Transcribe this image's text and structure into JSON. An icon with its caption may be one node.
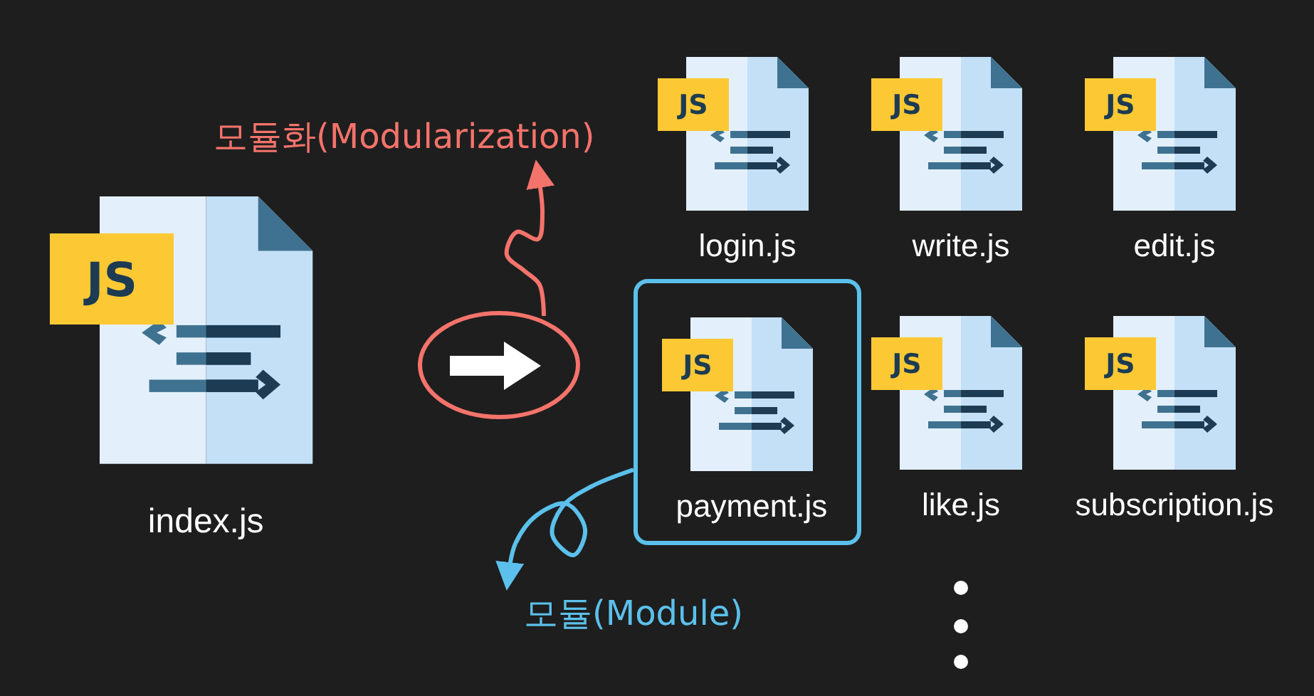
{
  "diagram": {
    "nodes": [
      {
        "text": [
          "JS",
          "index.js"
        ]
      },
      {
        "text": [],
        "shape": "circle"
      },
      {
        "text": [
          "모듈화(Modularization)"
        ]
      },
      {
        "text": [
          "JS",
          "login.js"
        ]
      },
      {
        "text": [
          "JS",
          "write.js"
        ]
      },
      {
        "text": [
          "JS",
          "edit.js"
        ]
      },
      {
        "text": [],
        "shape": "box"
      },
      {
        "text": [
          "JS",
          "payment.js"
        ],
        "in": 6
      },
      {
        "text": [
          "JS",
          "like.js"
        ]
      },
      {
        "text": [
          "JS",
          "subscription.js"
        ]
      },
      {
        "text": [
          "모듈(Module)"
        ]
      }
    ],
    "edges": [
      {
        "from": 1,
        "to": 2,
        "arrow": "to",
        "color": "#f4736b"
      },
      {
        "from": 6,
        "to": 10,
        "arrow": "to",
        "color": "#5bc0eb"
      }
    ]
  }
}
